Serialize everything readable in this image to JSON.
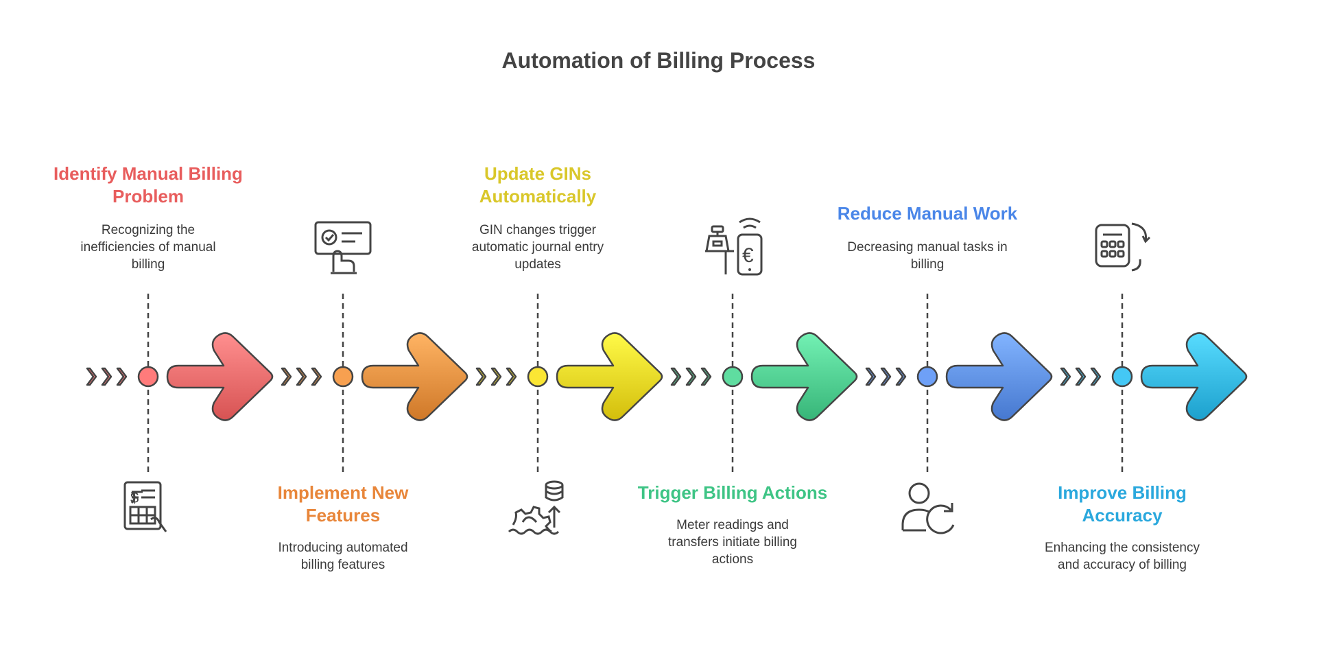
{
  "title": "Automation of Billing Process",
  "steps": [
    {
      "title": "Identify Manual Billing Problem",
      "desc": "Recognizing the inefficiencies of manual billing",
      "color": "#e85d5d",
      "fill": "#ff7b7b",
      "icon": "billing-document-icon",
      "position": "top"
    },
    {
      "title": "Implement New Features",
      "desc": "Introducing automated billing features",
      "color": "#e8863a",
      "fill": "#f7a050",
      "icon": "feature-checklist-icon",
      "position": "bottom"
    },
    {
      "title": "Update GINs Automatically",
      "desc": "GIN changes trigger automatic journal entry updates",
      "color": "#d9c72a",
      "fill": "#fbe634",
      "icon": "database-gear-icon",
      "position": "top"
    },
    {
      "title": "Trigger Billing Actions",
      "desc": "Meter readings and transfers initiate billing actions",
      "color": "#3ec485",
      "fill": "#5fdda0",
      "icon": "meter-payment-icon",
      "position": "bottom"
    },
    {
      "title": "Reduce Manual Work",
      "desc": "Decreasing manual tasks in billing",
      "color": "#4a86e8",
      "fill": "#6ea0f7",
      "icon": "user-refresh-icon",
      "position": "top"
    },
    {
      "title": "Improve Billing Accuracy",
      "desc": "Enhancing the consistency and accuracy of billing",
      "color": "#2aa8dd",
      "fill": "#44c8f5",
      "icon": "calculator-refresh-icon",
      "position": "bottom"
    }
  ]
}
